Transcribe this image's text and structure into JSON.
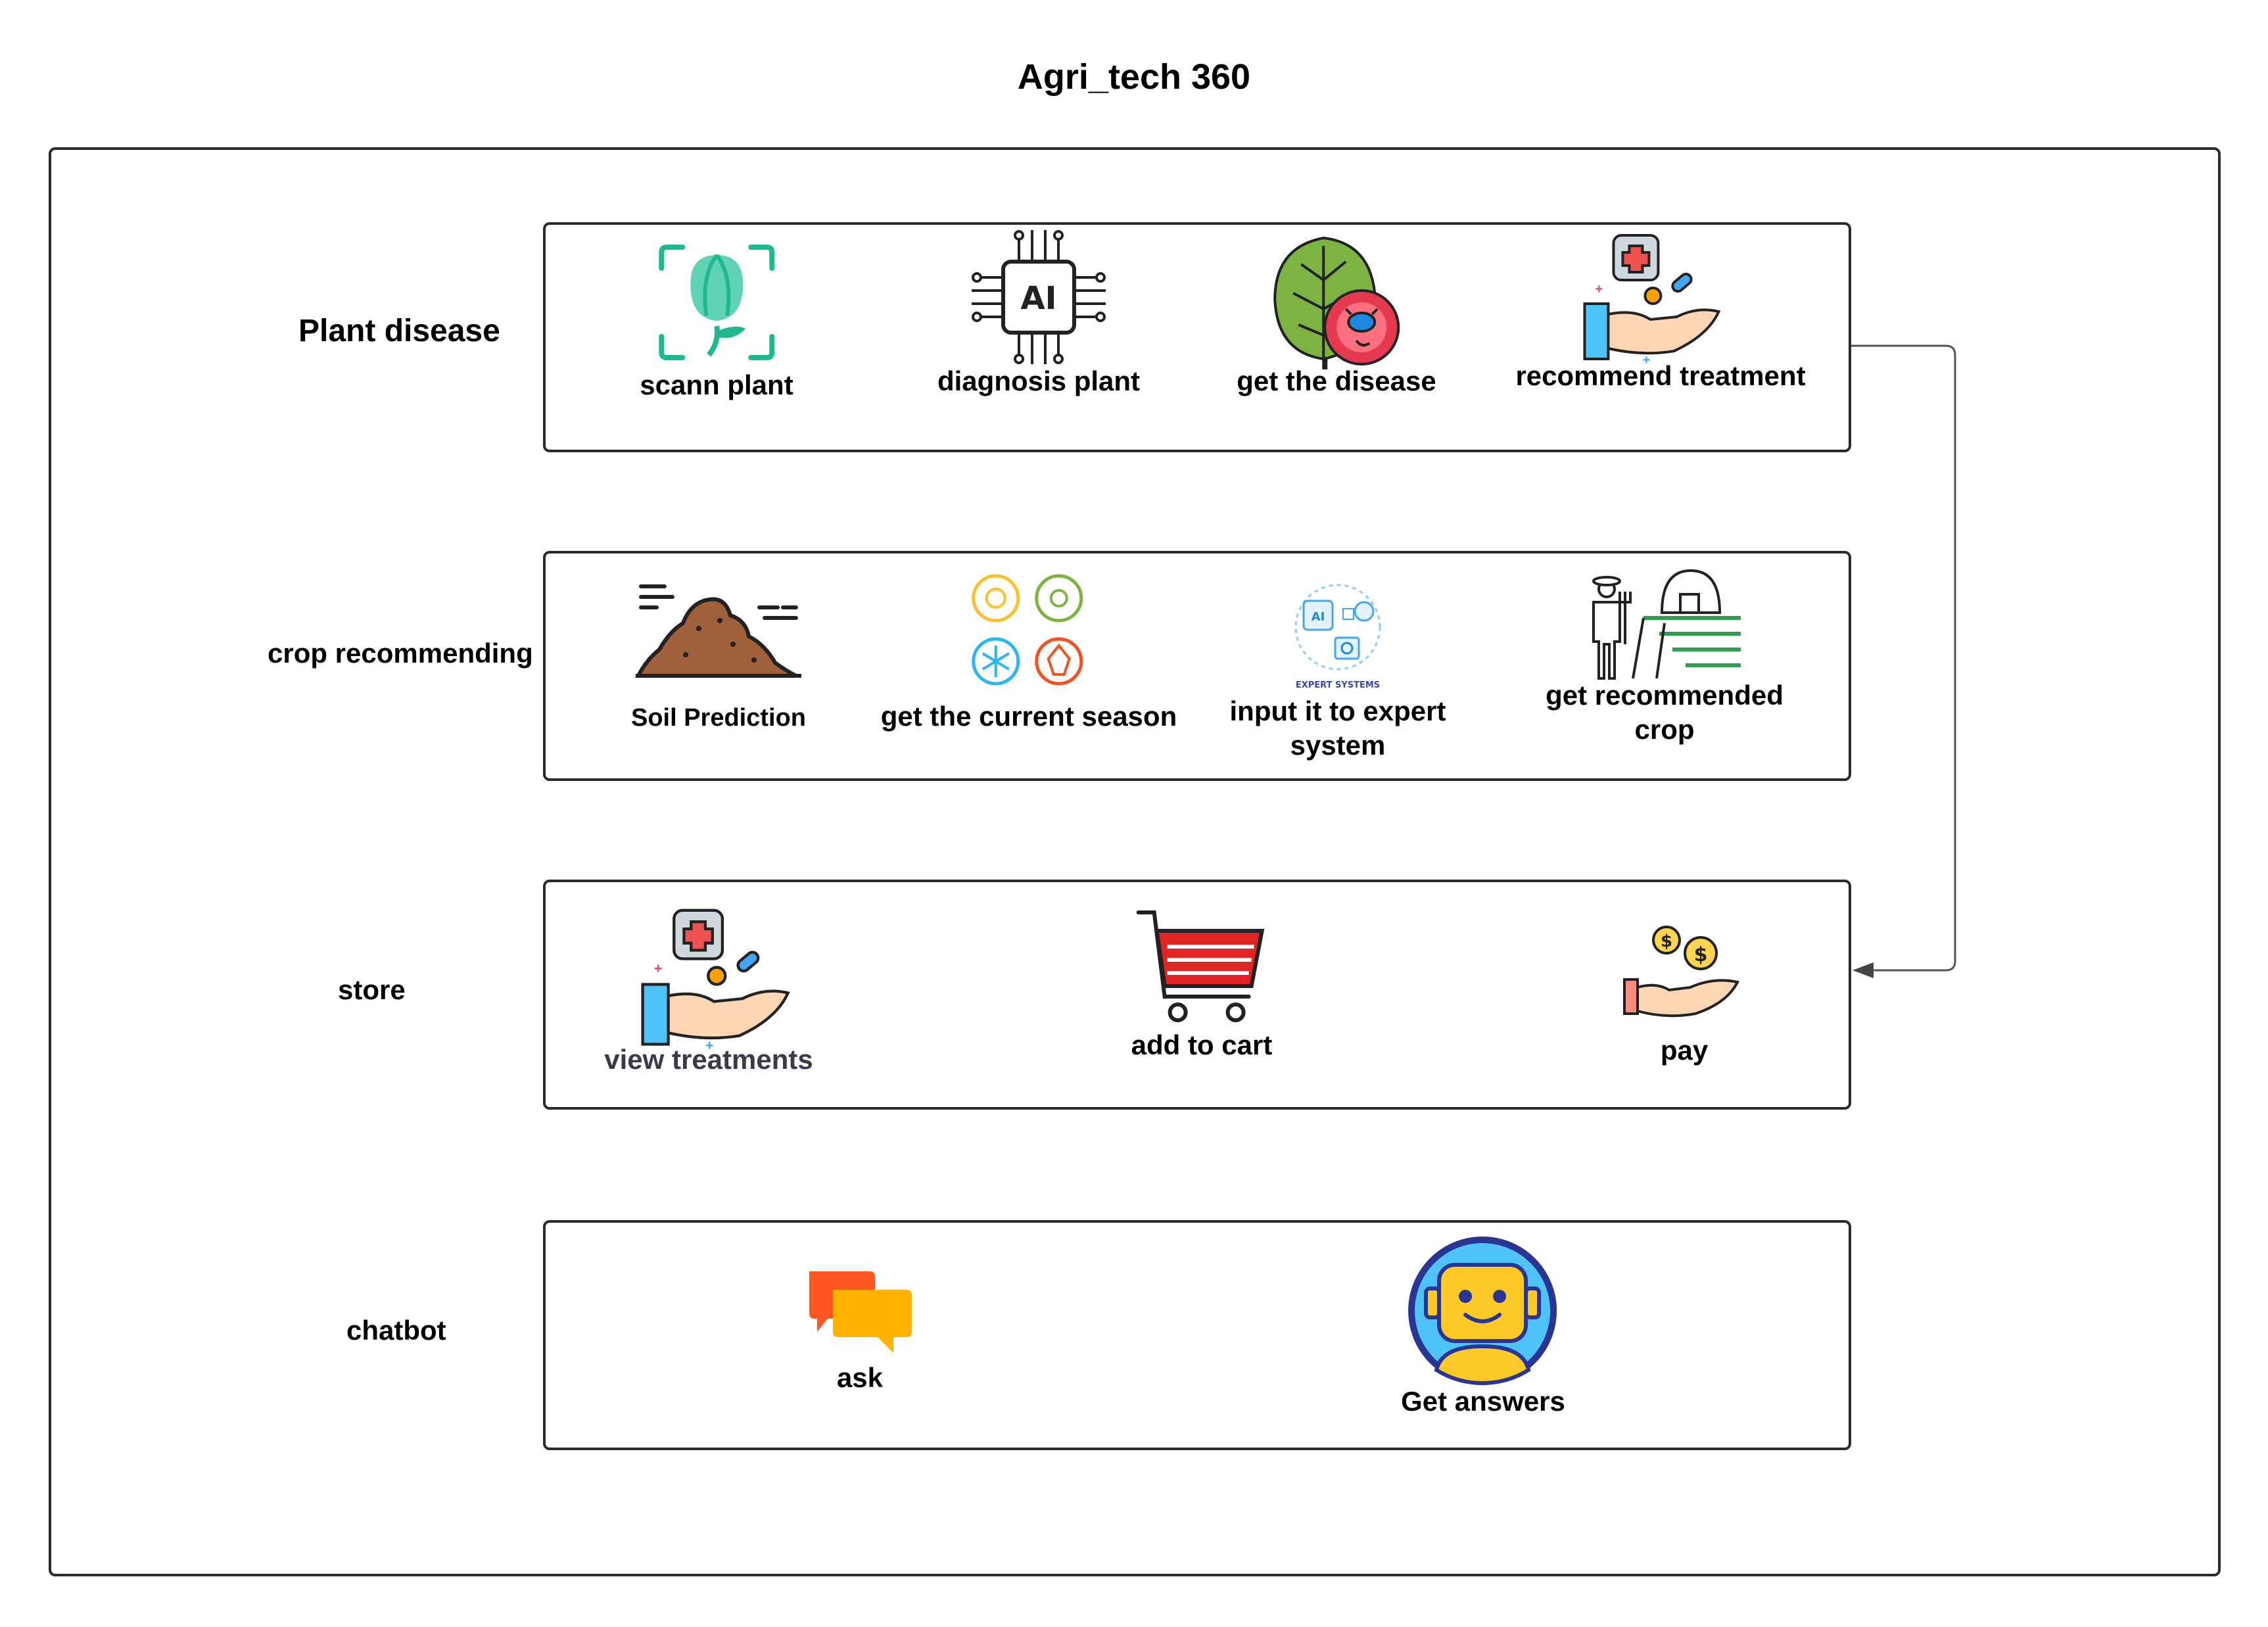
{
  "title": "Agri_tech 360",
  "rows": [
    {
      "label": "Plant disease",
      "steps": [
        {
          "label": "scann plant",
          "icon": "scan-plant-icon"
        },
        {
          "label": "diagnosis plant",
          "icon": "ai-chip-icon"
        },
        {
          "label": "get the disease",
          "icon": "diseased-leaf-icon"
        },
        {
          "label": "recommend treatment",
          "icon": "treatment-hand-icon"
        }
      ]
    },
    {
      "label": "crop recommending",
      "steps": [
        {
          "label": "Soil Prediction",
          "icon": "soil-pile-icon"
        },
        {
          "label": "get the current season",
          "icon": "four-seasons-icon"
        },
        {
          "label": "input it to expert system",
          "icon": "expert-system-icon",
          "icon_caption": "EXPERT SYSTEMS"
        },
        {
          "label": "get recommended crop",
          "icon": "farmer-field-icon"
        }
      ]
    },
    {
      "label": "store",
      "steps": [
        {
          "label": "view treatments",
          "icon": "treatment-hand-icon"
        },
        {
          "label": "add to cart",
          "icon": "shopping-cart-icon"
        },
        {
          "label": "pay",
          "icon": "coins-hand-icon"
        }
      ]
    },
    {
      "label": "chatbot",
      "steps": [
        {
          "label": "ask",
          "icon": "chat-bubbles-icon"
        },
        {
          "label": "Get answers",
          "icon": "robot-avatar-icon"
        }
      ]
    }
  ],
  "colors": {
    "border": "#2b2b2b",
    "scan_green": "#1fb88f",
    "leaf_green": "#7cb342",
    "virus_red": "#e53950",
    "cart_red": "#e02424",
    "bubble_orange": "#ff5722",
    "bubble_yellow": "#ffb300",
    "robot_blue": "#4fc3f7",
    "robot_face": "#ffca28"
  }
}
